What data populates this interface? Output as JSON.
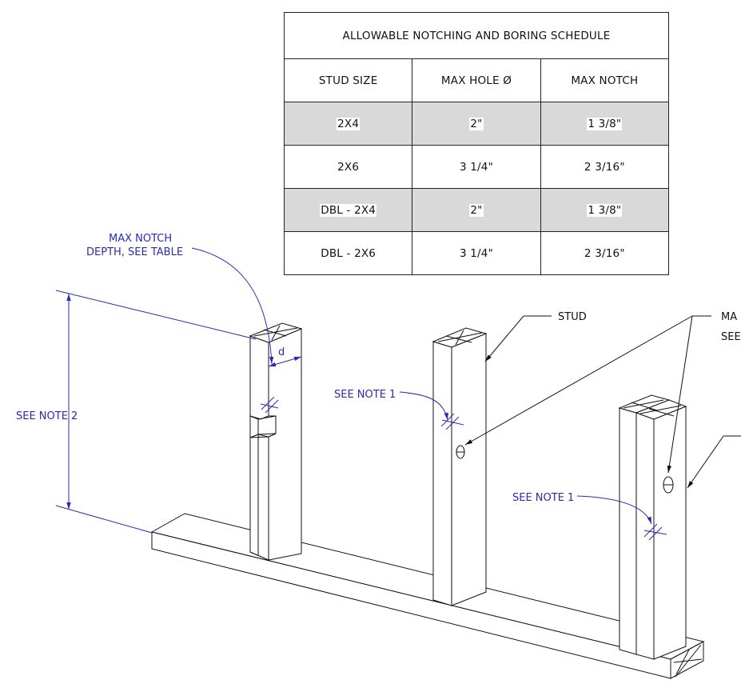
{
  "schedule": {
    "title": "ALLOWABLE NOTCHING AND BORING SCHEDULE",
    "headers": [
      "STUD SIZE",
      "MAX HOLE Ø",
      "MAX NOTCH"
    ],
    "rows": [
      [
        "2X4",
        "2\"",
        "1 3/8\""
      ],
      [
        "2X6",
        "3 1/4\"",
        "2 3/16\""
      ],
      [
        "DBL - 2X4",
        "2\"",
        "1 3/8\""
      ],
      [
        "DBL - 2X6",
        "3 1/4\"",
        "2 3/16\""
      ]
    ]
  },
  "labels": {
    "max_notch_line1": "MAX NOTCH",
    "max_notch_line2": "DEPTH, SEE TABLE",
    "dim_d": "d",
    "see_note_2": "SEE NOTE 2",
    "see_note_1_center": "SEE NOTE 1",
    "see_note_1_right": "SEE NOTE 1",
    "stud": "STUD",
    "cut_ma": "MA",
    "cut_see": "SEE"
  },
  "colors": {
    "annotation": "#2b2bb0",
    "lines": "#111111",
    "shaded_row": "#d9d9d9"
  }
}
